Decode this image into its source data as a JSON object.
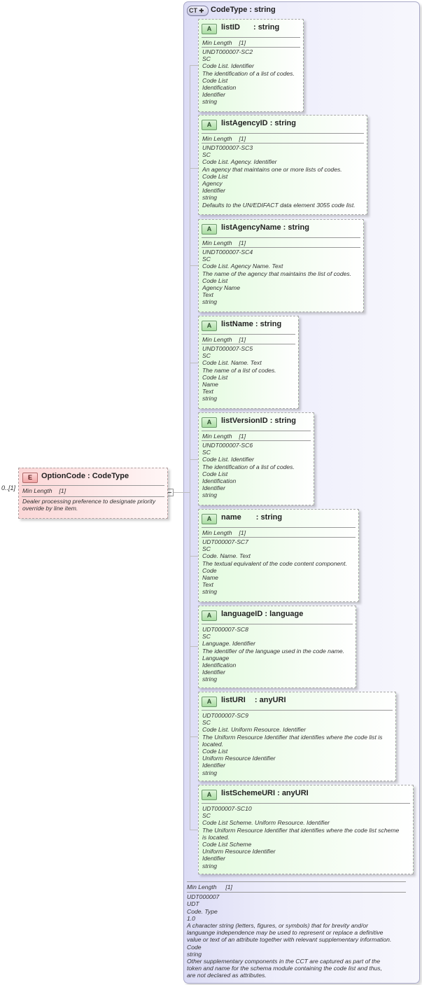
{
  "element": {
    "badge": "E",
    "name": "OptionCode",
    "type": "CodeType",
    "cardinality": "0..[1]",
    "facet_label": "Min Length",
    "facet_value": "[1]",
    "doc": [
      "Dealer processing preference to designate priority",
      "override by line item."
    ]
  },
  "complex_type": {
    "badge": "CT",
    "name": "CodeType",
    "type": "string",
    "facet_label": "Min Length",
    "facet_value": "[1]",
    "doc": [
      "UDT000007",
      "UDT",
      "Code. Type",
      "1.0",
      "A character string (letters, figures, or symbols) that for brevity and/or",
      "languange independence may be used to represent or replace a definitive",
      "value or text of an attribute together with relevant supplementary information.",
      "Code",
      "string",
      "Other supplementary components in the CCT are captured as part of the",
      "token and name for the schema module containing the code list and thus,",
      "are not declared as attributes."
    ]
  },
  "attributes": [
    {
      "badge": "A",
      "name": "listID",
      "type": "string",
      "facet_label": "Min Length",
      "facet_value": "[1]",
      "doc": [
        "UNDT000007-SC2",
        "SC",
        "Code List. Identifier",
        "The identification of a list of codes.",
        "Code List",
        "Identification",
        "Identifier",
        "string"
      ]
    },
    {
      "badge": "A",
      "name": "listAgencyID",
      "type": "string",
      "facet_label": "Min Length",
      "facet_value": "[1]",
      "doc": [
        "UNDT000007-SC3",
        "SC",
        "Code List. Agency. Identifier",
        "An agency that maintains one or more lists of codes.",
        "Code List",
        "Agency",
        "Identifier",
        "string",
        "Defaults to the UN/EDIFACT data element 3055 code list."
      ]
    },
    {
      "badge": "A",
      "name": "listAgencyName",
      "type": "string",
      "facet_label": "Min Length",
      "facet_value": "[1]",
      "doc": [
        "UNDT000007-SC4",
        "SC",
        "Code List. Agency Name. Text",
        "The name of the agency that maintains the list of codes.",
        "Code List",
        "Agency Name",
        "Text",
        "string"
      ]
    },
    {
      "badge": "A",
      "name": "listName",
      "type": "string",
      "facet_label": "Min Length",
      "facet_value": "[1]",
      "doc": [
        "UNDT000007-SC5",
        "SC",
        "Code List. Name. Text",
        "The name of a list of codes.",
        "Code List",
        "Name",
        "Text",
        "string"
      ]
    },
    {
      "badge": "A",
      "name": "listVersionID",
      "type": "string",
      "facet_label": "Min Length",
      "facet_value": "[1]",
      "doc": [
        "UNDT000007-SC6",
        "SC",
        "Code List. Identifier",
        "The identification of a list of codes.",
        "Code List",
        "Identification",
        "Identifier",
        "string"
      ]
    },
    {
      "badge": "A",
      "name": "name",
      "type": "string",
      "facet_label": "Min Length",
      "facet_value": "[1]",
      "doc": [
        "UDT000007-SC7",
        "SC",
        "Code. Name. Text",
        "The textual equivalent of the code content component.",
        "Code",
        "Name",
        "Text",
        "string"
      ]
    },
    {
      "badge": "A",
      "name": "languageID",
      "type": "language",
      "doc": [
        "UDT000007-SC8",
        "SC",
        "Language. Identifier",
        "The identifier of the language used in the code name.",
        "Language",
        "Identification",
        "Identifier",
        "string"
      ]
    },
    {
      "badge": "A",
      "name": "listURI",
      "type": "anyURI",
      "doc": [
        "UDT000007-SC9",
        "SC",
        "Code List. Uniform Resource. Identifier",
        "The Uniform Resource Identifier that identifies where the code list is",
        "located.",
        "Code List",
        "Uniform Resource Identifier",
        "Identifier",
        "string"
      ]
    },
    {
      "badge": "A",
      "name": "listSchemeURI",
      "type": "anyURI",
      "doc": [
        "UDT000007-SC10",
        "SC",
        "Code List Scheme. Uniform Resource. Identifier",
        "The Uniform Resource Identifier that identifies where the code list scheme",
        "is located.",
        "Code List Scheme",
        "Uniform Resource Identifier",
        "Identifier",
        "string"
      ]
    }
  ],
  "colors": {
    "element_fill": "#fde0e0",
    "element_badge": "#f4b0b0",
    "attribute_fill": "#e3fbdf",
    "complex_type_fill": "#e8e8f8",
    "connector": "#bdbdbd"
  }
}
